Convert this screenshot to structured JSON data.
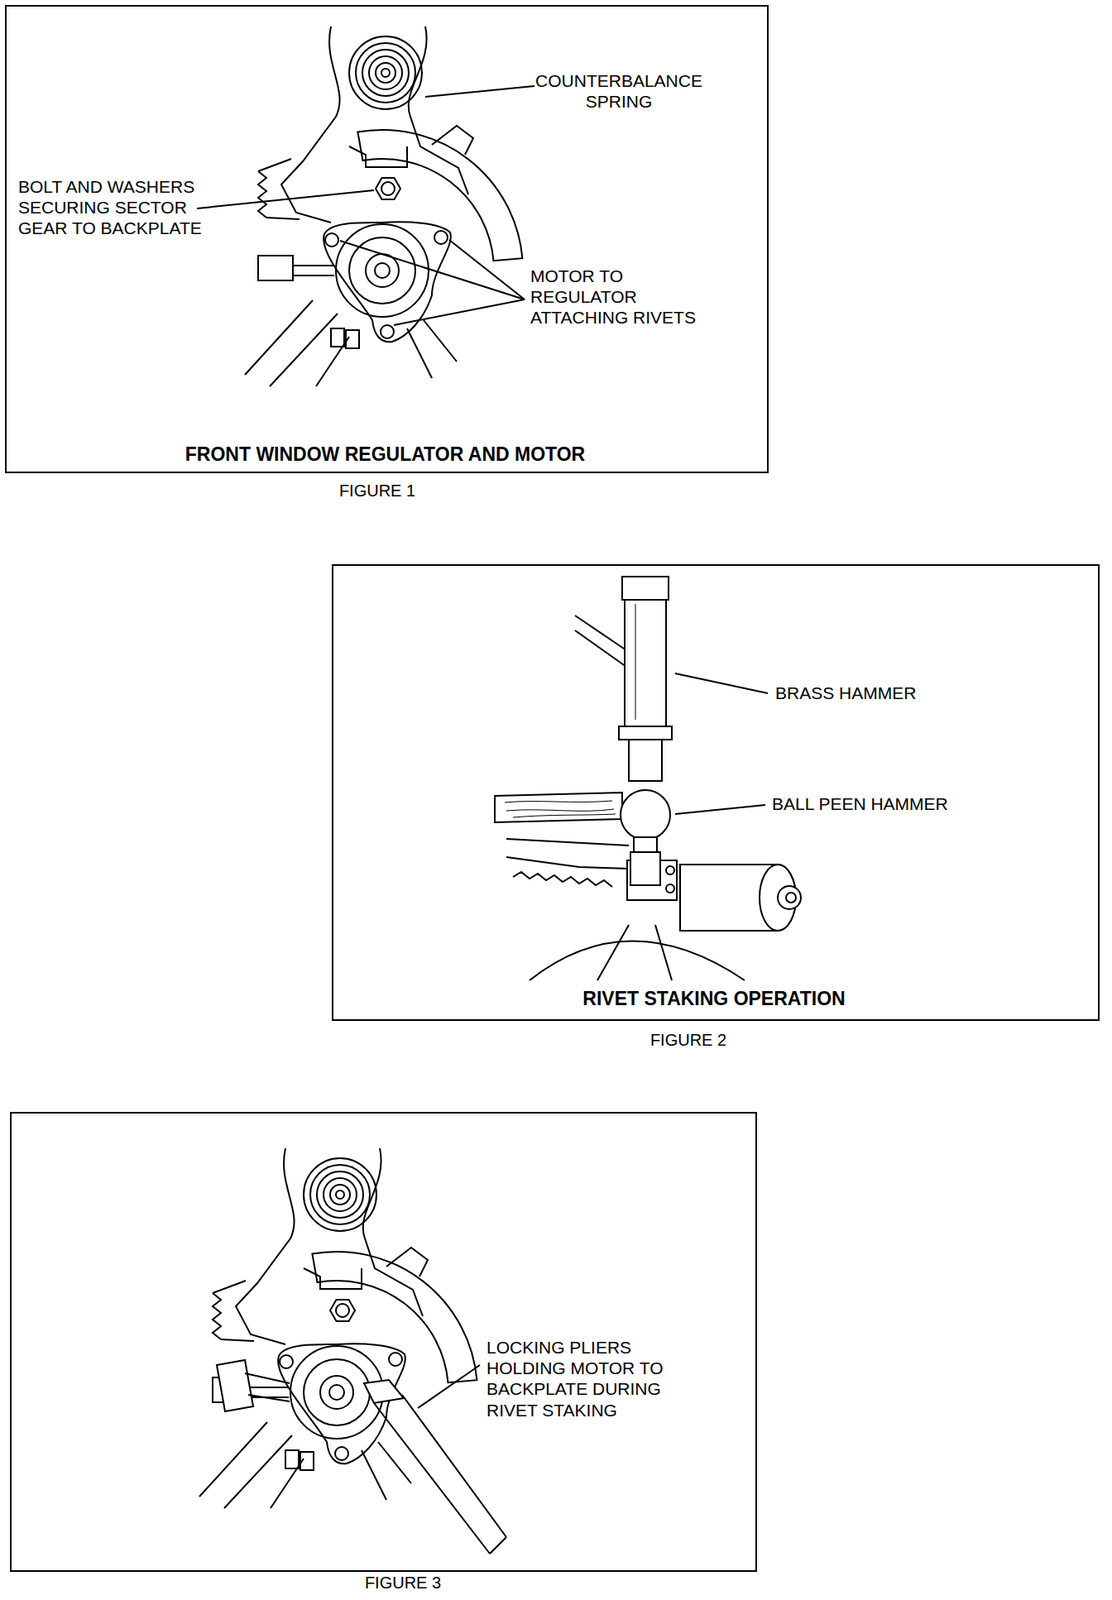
{
  "diagram": {
    "nodes": [
      {
        "text": [
          "FRONT WINDOW REGULATOR AND MOTOR"
        ]
      },
      {
        "text": [
          "RIVET STAKING OPERATION"
        ]
      },
      {
        "text": [
          "LOCKING PLIERS HOLDING MOTOR TO BACKPLATE DURING RIVET STAKING"
        ]
      }
    ],
    "labels": [
      "COUNTERBALANCE SPRING",
      "BOLT AND WASHERS SECURING SECTOR GEAR TO BACKPLATE",
      "MOTOR TO REGULATOR ATTACHING RIVETS",
      "BRASS HAMMER",
      "BALL PEEN HAMMER",
      "FIGURE 1",
      "FIGURE 2",
      "FIGURE 3"
    ]
  }
}
